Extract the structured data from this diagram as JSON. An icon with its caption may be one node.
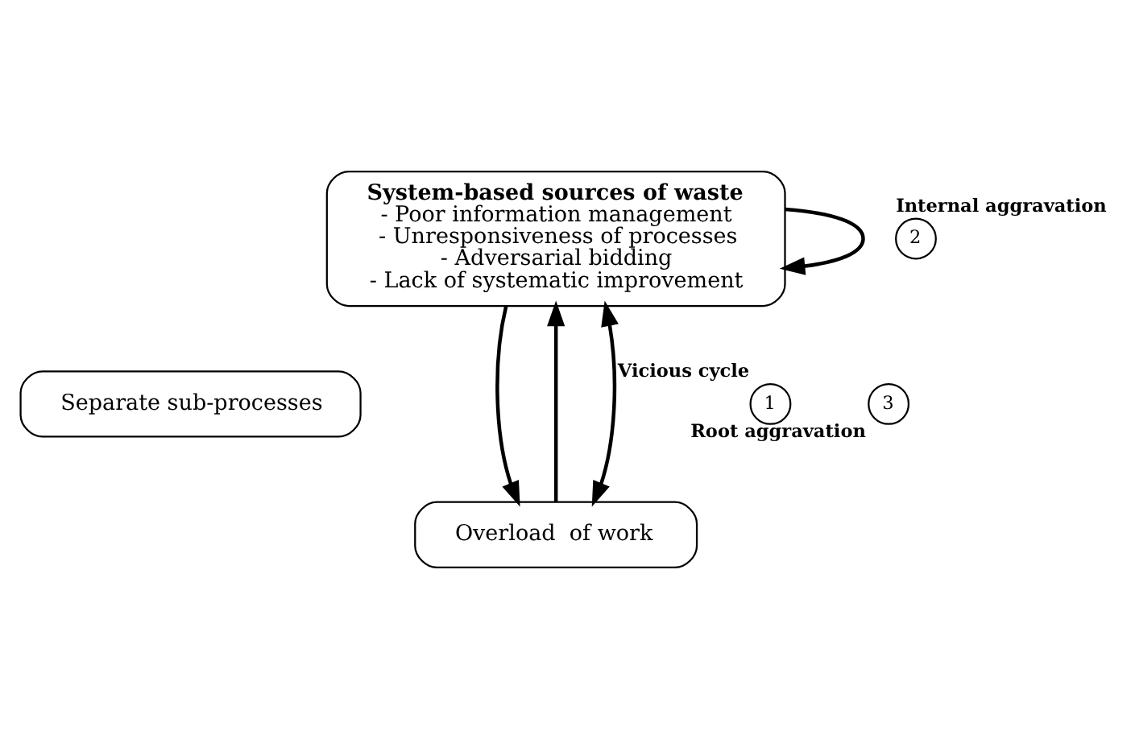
{
  "diagram": {
    "nodes": [
      {
        "text": [
          "System-based sources of waste",
          "- Poor information management",
          "- Unresponsiveness of processes",
          "- Adversarial bidding",
          "- Lack of systematic improvement"
        ]
      },
      {
        "text": [
          "Separate sub-processes"
        ]
      },
      {
        "text": [
          "Overload  of work"
        ]
      },
      {
        "text": [
          "1"
        ],
        "beside": [
          "Vicious cycle"
        ]
      },
      {
        "text": [
          "2"
        ],
        "beside": [
          "Internal aggravation"
        ]
      },
      {
        "text": [
          "3"
        ],
        "beside": [
          "Root aggravation"
        ]
      }
    ],
    "edges": [
      {
        "from": 0,
        "to": 2,
        "arrow": "to"
      },
      {
        "from": 2,
        "to": 0,
        "arrow": "to"
      },
      {
        "from": 0,
        "to": 0,
        "arrow": "to"
      },
      {
        "from": 0,
        "to": 2,
        "arrow": "both"
      }
    ]
  }
}
